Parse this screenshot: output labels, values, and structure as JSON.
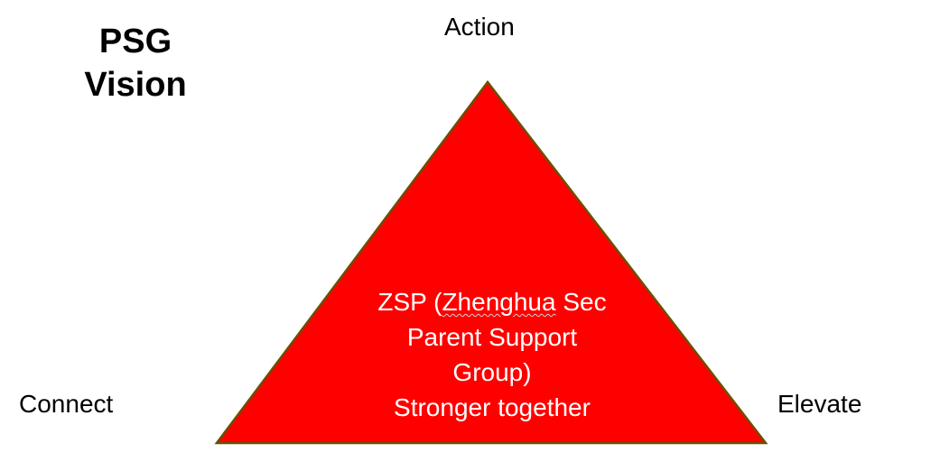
{
  "title": {
    "line1": "PSG",
    "line2": "Vision"
  },
  "vertices": {
    "top": "Action",
    "left": "Connect",
    "right": "Elevate"
  },
  "triangle": {
    "fill": "#ff0000",
    "stroke": "#6b4f00",
    "text": {
      "line1_prefix": "ZSP (",
      "line1_word": "Zhenghua",
      "line1_suffix": " Sec",
      "line2": "Parent Support",
      "line3": "Group)",
      "line4": "Stronger together"
    }
  }
}
